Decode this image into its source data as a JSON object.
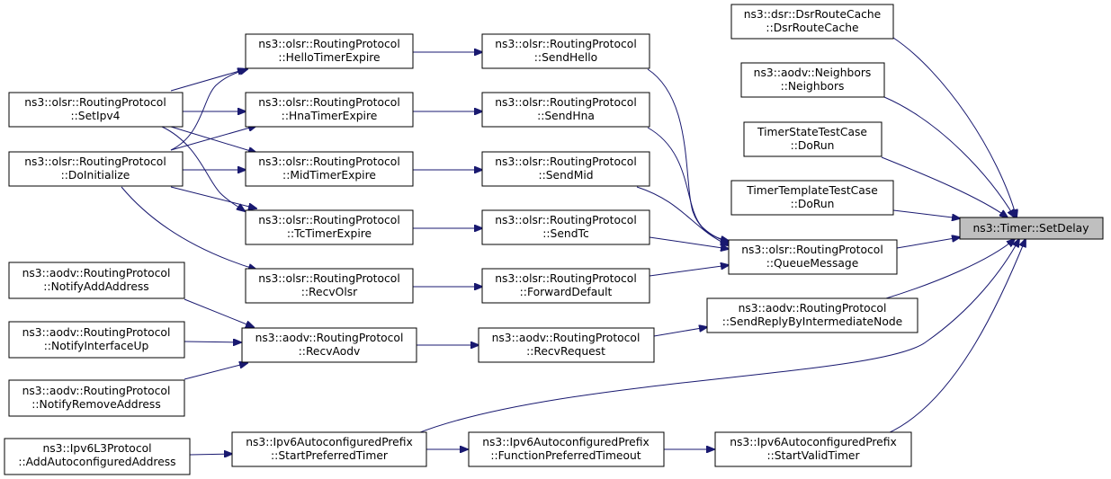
{
  "graph": {
    "target": {
      "line1": "ns3::Timer::SetDelay",
      "line2": ""
    },
    "nodes": {
      "dsr_cache": {
        "line1": "ns3::dsr::DsrRouteCache",
        "line2": "::DsrRouteCache"
      },
      "aodv_neigh": {
        "line1": "ns3::aodv::Neighbors",
        "line2": "::Neighbors"
      },
      "timer_state": {
        "line1": "TimerStateTestCase",
        "line2": "::DoRun"
      },
      "timer_tmpl": {
        "line1": "TimerTemplateTestCase",
        "line2": "::DoRun"
      },
      "queue_msg": {
        "line1": "ns3::olsr::RoutingProtocol",
        "line2": "::QueueMessage"
      },
      "send_reply": {
        "line1": "ns3::aodv::RoutingProtocol",
        "line2": "::SendReplyByIntermediateNode"
      },
      "start_valid": {
        "line1": "ns3::Ipv6AutoconfiguredPrefix",
        "line2": "::StartValidTimer"
      },
      "send_hello": {
        "line1": "ns3::olsr::RoutingProtocol",
        "line2": "::SendHello"
      },
      "send_hna": {
        "line1": "ns3::olsr::RoutingProtocol",
        "line2": "::SendHna"
      },
      "send_mid": {
        "line1": "ns3::olsr::RoutingProtocol",
        "line2": "::SendMid"
      },
      "send_tc": {
        "line1": "ns3::olsr::RoutingProtocol",
        "line2": "::SendTc"
      },
      "fwd_default": {
        "line1": "ns3::olsr::RoutingProtocol",
        "line2": "::ForwardDefault"
      },
      "recv_req": {
        "line1": "ns3::aodv::RoutingProtocol",
        "line2": "::RecvRequest"
      },
      "func_pref": {
        "line1": "ns3::Ipv6AutoconfiguredPrefix",
        "line2": "::FunctionPreferredTimeout"
      },
      "hello_exp": {
        "line1": "ns3::olsr::RoutingProtocol",
        "line2": "::HelloTimerExpire"
      },
      "hna_exp": {
        "line1": "ns3::olsr::RoutingProtocol",
        "line2": "::HnaTimerExpire"
      },
      "mid_exp": {
        "line1": "ns3::olsr::RoutingProtocol",
        "line2": "::MidTimerExpire"
      },
      "tc_exp": {
        "line1": "ns3::olsr::RoutingProtocol",
        "line2": "::TcTimerExpire"
      },
      "recv_olsr": {
        "line1": "ns3::olsr::RoutingProtocol",
        "line2": "::RecvOlsr"
      },
      "recv_aodv": {
        "line1": "ns3::aodv::RoutingProtocol",
        "line2": "::RecvAodv"
      },
      "start_pref": {
        "line1": "ns3::Ipv6AutoconfiguredPrefix",
        "line2": "::StartPreferredTimer"
      },
      "set_ipv4": {
        "line1": "ns3::olsr::RoutingProtocol",
        "line2": "::SetIpv4"
      },
      "do_init": {
        "line1": "ns3::olsr::RoutingProtocol",
        "line2": "::DoInitialize"
      },
      "notify_add": {
        "line1": "ns3::aodv::RoutingProtocol",
        "line2": "::NotifyAddAddress"
      },
      "notify_up": {
        "line1": "ns3::aodv::RoutingProtocol",
        "line2": "::NotifyInterfaceUp"
      },
      "notify_rm": {
        "line1": "ns3::aodv::RoutingProtocol",
        "line2": "::NotifyRemoveAddress"
      },
      "add_auto": {
        "line1": "ns3::Ipv6L3Protocol",
        "line2": "::AddAutoconfiguredAddress"
      }
    },
    "edge_color": "#191970"
  }
}
